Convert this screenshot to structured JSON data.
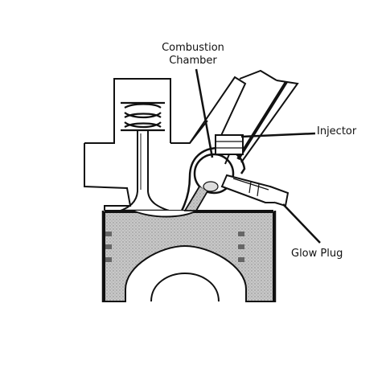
{
  "labels": {
    "combustion_line1": "Combustion",
    "combustion_line2": "Chamber",
    "injector": "Injector",
    "glow_plug": "Glow Plug"
  },
  "colors": {
    "ink": "#111111",
    "piston_fill": "#bdbdbd",
    "background": "#ffffff"
  }
}
